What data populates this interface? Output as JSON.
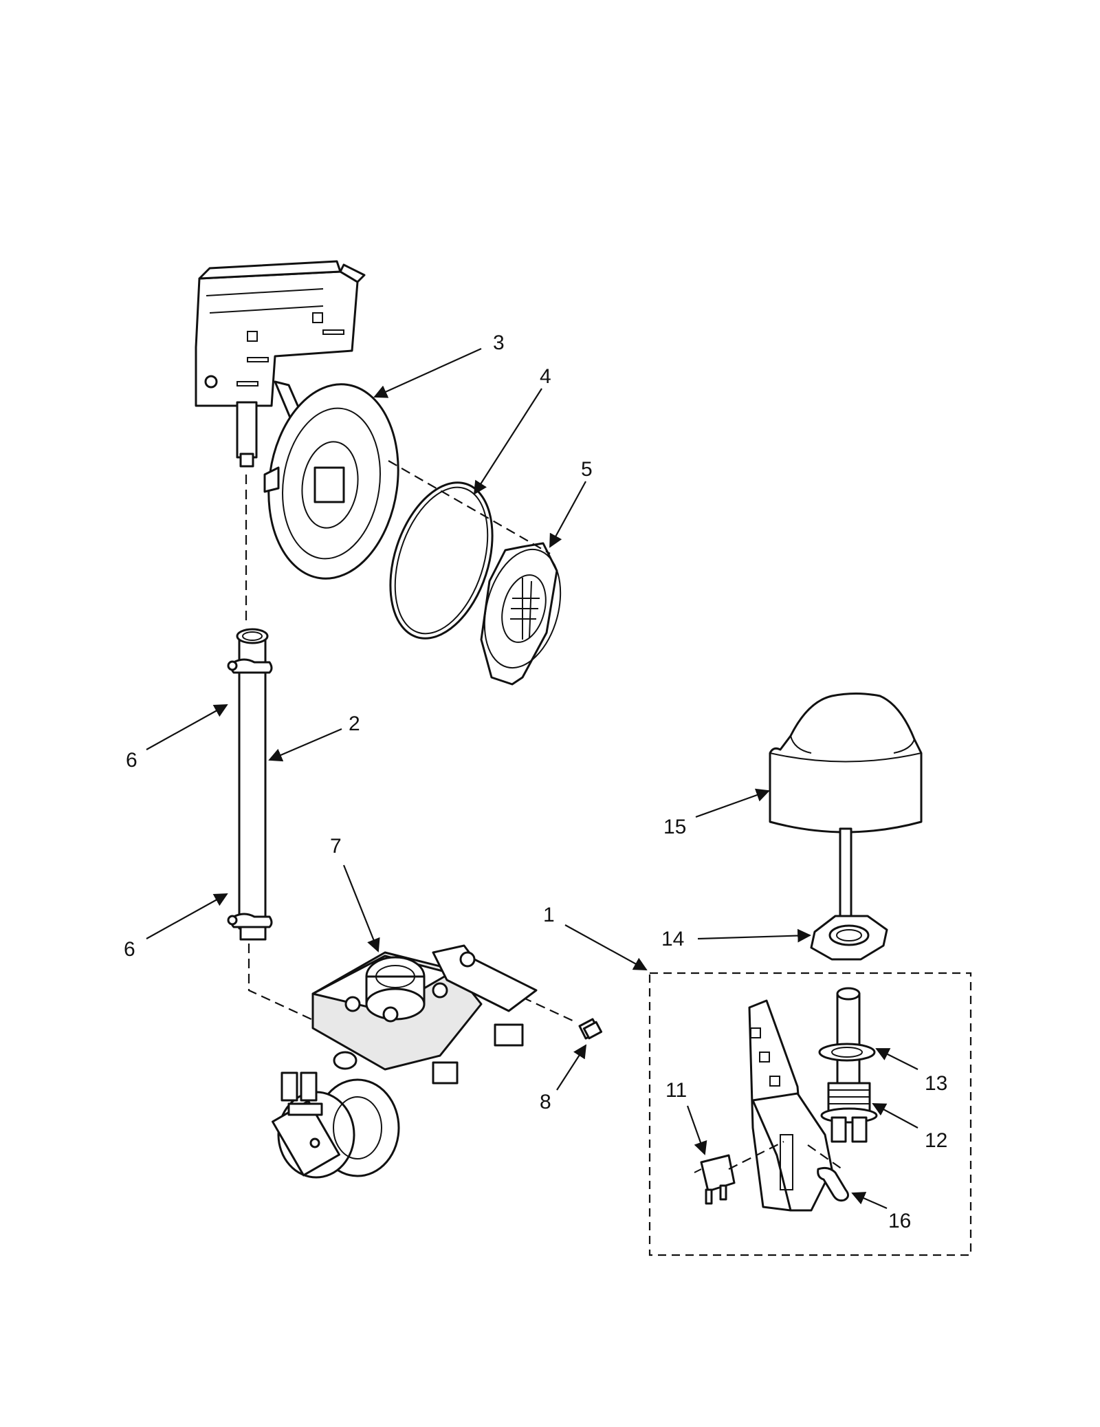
{
  "callouts": [
    {
      "id": "3",
      "label": "3"
    },
    {
      "id": "4",
      "label": "4"
    },
    {
      "id": "5",
      "label": "5"
    },
    {
      "id": "2",
      "label": "2"
    },
    {
      "id": "6a",
      "label": "6"
    },
    {
      "id": "6b",
      "label": "6"
    },
    {
      "id": "7",
      "label": "7"
    },
    {
      "id": "8",
      "label": "8"
    },
    {
      "id": "1",
      "label": "1"
    },
    {
      "id": "15",
      "label": "15"
    },
    {
      "id": "14",
      "label": "14"
    },
    {
      "id": "13",
      "label": "13"
    },
    {
      "id": "12",
      "label": "12"
    },
    {
      "id": "11",
      "label": "11"
    },
    {
      "id": "16",
      "label": "16"
    }
  ]
}
